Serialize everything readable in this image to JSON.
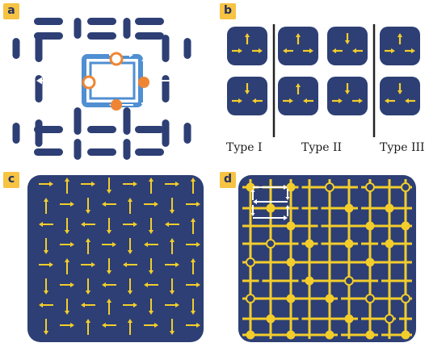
{
  "panels": {
    "a": {
      "label": "a"
    },
    "b": {
      "label": "b"
    },
    "c": {
      "label": "c"
    },
    "d": {
      "label": "d"
    }
  },
  "type_labels": [
    "Type I",
    "Type II",
    "Type III"
  ],
  "colors": {
    "navy": "#2d3f74",
    "arrow_yellow": "#f3cd2c",
    "label_bg": "#f6c343",
    "orange": "#ef8533",
    "blue_highlight": "#4f8fd2",
    "white": "#ffffff"
  }
}
